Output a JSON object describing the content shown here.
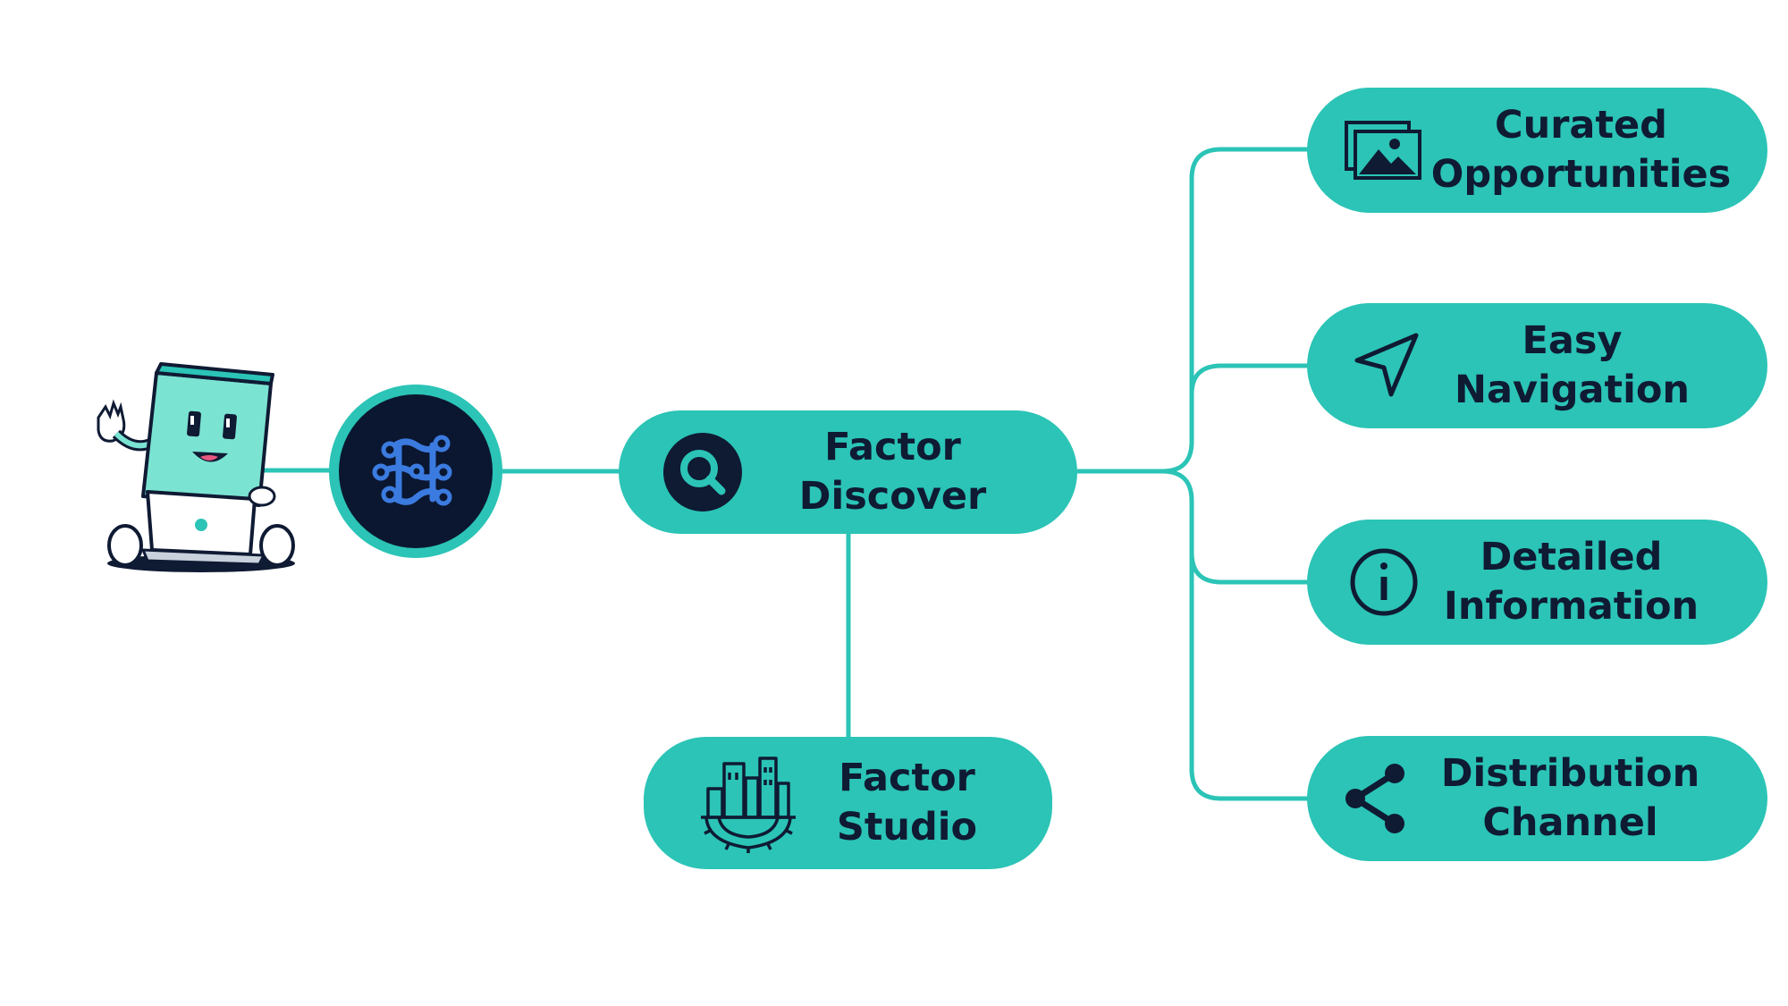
{
  "colors": {
    "accent": "#2bc4b6",
    "dark": "#0f1a33",
    "hub_bg": "#0b1730",
    "hub_pattern": "#3b7be0"
  },
  "mascot": {
    "icon": "box-mascot-with-laptop"
  },
  "hub": {
    "icon": "neural-network-logo"
  },
  "nodes": {
    "discover": {
      "icon": "magnifier-icon",
      "line1": "Factor",
      "line2": "Discover"
    },
    "studio": {
      "icon": "city-gear-icon",
      "line1": "Factor",
      "line2": "Studio"
    },
    "curated": {
      "icon": "image-gallery-icon",
      "line1": "Curated",
      "line2": "Opportunities"
    },
    "easy": {
      "icon": "navigation-arrow-icon",
      "line1": "Easy",
      "line2": "Navigation"
    },
    "detailed": {
      "icon": "info-icon",
      "line1": "Detailed",
      "line2": "Information"
    },
    "distrib": {
      "icon": "share-icon",
      "line1": "Distribution",
      "line2": "Channel"
    }
  }
}
